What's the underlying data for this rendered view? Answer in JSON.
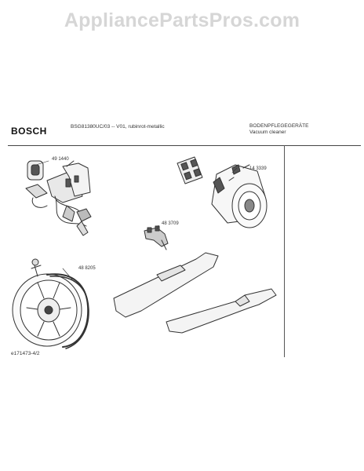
{
  "watermark": "AppliancePartsPros.com",
  "header": {
    "brand": "BOSCH",
    "model": "BSG81380UC/03 -- V01, rubinrot-metallic",
    "category_de": "BODENPFLEGEGERÄTE",
    "category_en": "Vacuum cleaner"
  },
  "parts": [
    {
      "number": "49 1440"
    },
    {
      "number": "14 3339"
    },
    {
      "number": "48 3709"
    },
    {
      "number": "48 8205"
    }
  ],
  "footer": {
    "doc_id": "e171473-4/2"
  }
}
